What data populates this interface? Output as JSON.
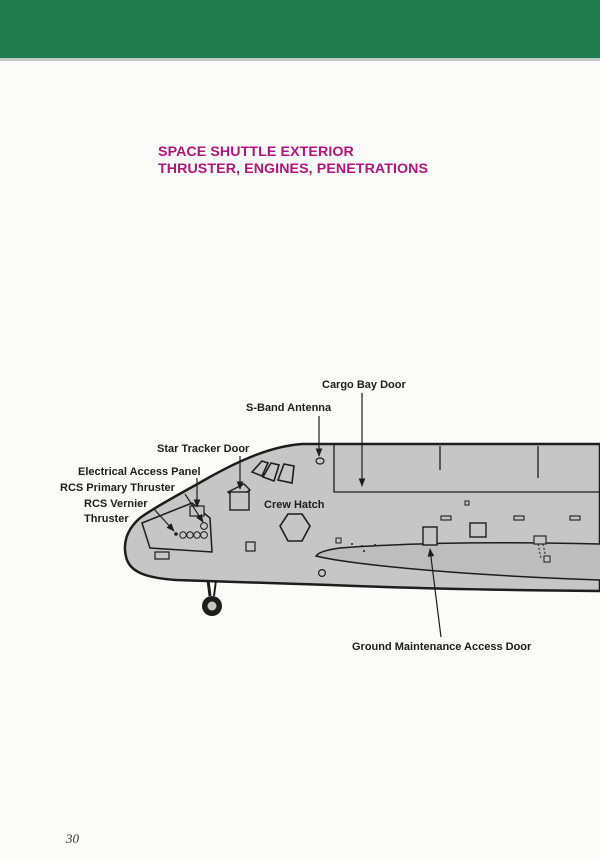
{
  "header": {
    "band_color": "#1f7a4e",
    "title_line1": "SPACE SHUTTLE EXTERIOR",
    "title_line2": "THRUSTER, ENGINES, PENETRATIONS",
    "title_color": "#b2157a"
  },
  "diagram": {
    "fuselage_color": "#c6c6c6",
    "labels": {
      "cargo_bay_door": "Cargo Bay Door",
      "s_band_antenna": "S-Band Antenna",
      "star_tracker_door": "Star Tracker Door",
      "electrical_access_panel": "Electrical Access Panel",
      "rcs_primary_thruster": "RCS Primary Thruster",
      "rcs_vernier_line1": "RCS Vernier",
      "rcs_vernier_line2": "Thruster",
      "crew_hatch": "Crew Hatch",
      "ground_maintenance_access_door": "Ground Maintenance Access Door"
    }
  },
  "footer": {
    "page_number": "30"
  }
}
